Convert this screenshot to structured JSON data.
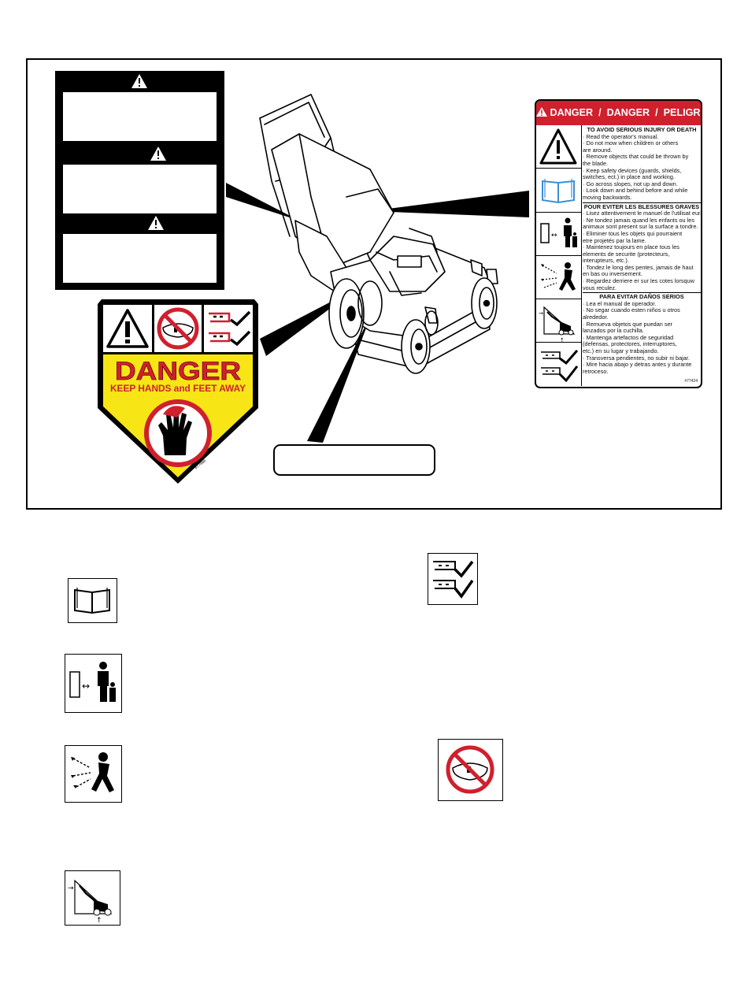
{
  "decal": {
    "header": "DANGER  /  DANGER  /  PELIGRO",
    "sections": [
      {
        "heading": "TO AVOID SERIOUS INJURY OR DEATH",
        "lines": [
          "· Read the operator's manual.",
          "· Do not mow when children or others",
          "  are around.",
          "· Remove objects that could be thrown by",
          "  the blade.",
          "· Keep safety devices (guards, shields,",
          "  switches, ect.) in place and working.",
          "· Go across slopes, not up and down.",
          "· Look down and behind before and while",
          "  moving backwards."
        ]
      },
      {
        "heading": "POUR EVITER LES BLESSURES GRAVES",
        "lines": [
          "· Lisez attentivement le manuel de l'utilisat eur.",
          "· Ne tondez jamais quand les enfants ou les",
          "  animaux sont present sur la surface a tondre.",
          "· Eliminer tous les objets qui pourraient",
          "  etre projetés par la lame.",
          "· Maintenez toujours en place tous les",
          "  elements de securite (protecteurs,",
          "  interupteurs, etc.).",
          "· Tondez le long des pentes, jamais de haut",
          "  en bas ou inversement.",
          "· Regardez derriere er sur les cotes lorsquw",
          "  vous reculez."
        ]
      },
      {
        "heading": "PARA EVITAR DAÑOS SERIOS",
        "lines": [
          "· Lea el manual de operador.",
          "· No segar cuando esten niños u otros",
          "  alrededor.",
          "· Remueva objetos que puedan ser",
          "  lanzados por la cuchilla.",
          "· Mantenga artefactos de seguridad",
          "  (defensas, protectores, interruptores,",
          "  etc.) en su lugar y trabajando.",
          "· Transversa pendientes, no subir ni bajar.",
          "· Mire hacia abajo y detras antes y durante",
          "  retroceso."
        ]
      }
    ],
    "part_number": "#77424"
  },
  "hand_decal": {
    "word": "DANGER",
    "subtitle": "KEEP HANDS and FEET AWAY",
    "part_number": "#77466"
  },
  "colors": {
    "danger_red": "#d0202d",
    "decal_yellow": "#f7e516",
    "manual_blue": "#3d8fd4"
  },
  "icons": {
    "alert": "warning-triangle-icon",
    "manual": "read-manual-icon",
    "bystander": "keep-children-away-icon",
    "thrown_objects": "thrown-objects-icon",
    "slope": "mow-across-slope-icon",
    "guards": "keep-guards-in-place-icon",
    "no_hands": "no-hands-under-deck-icon"
  }
}
